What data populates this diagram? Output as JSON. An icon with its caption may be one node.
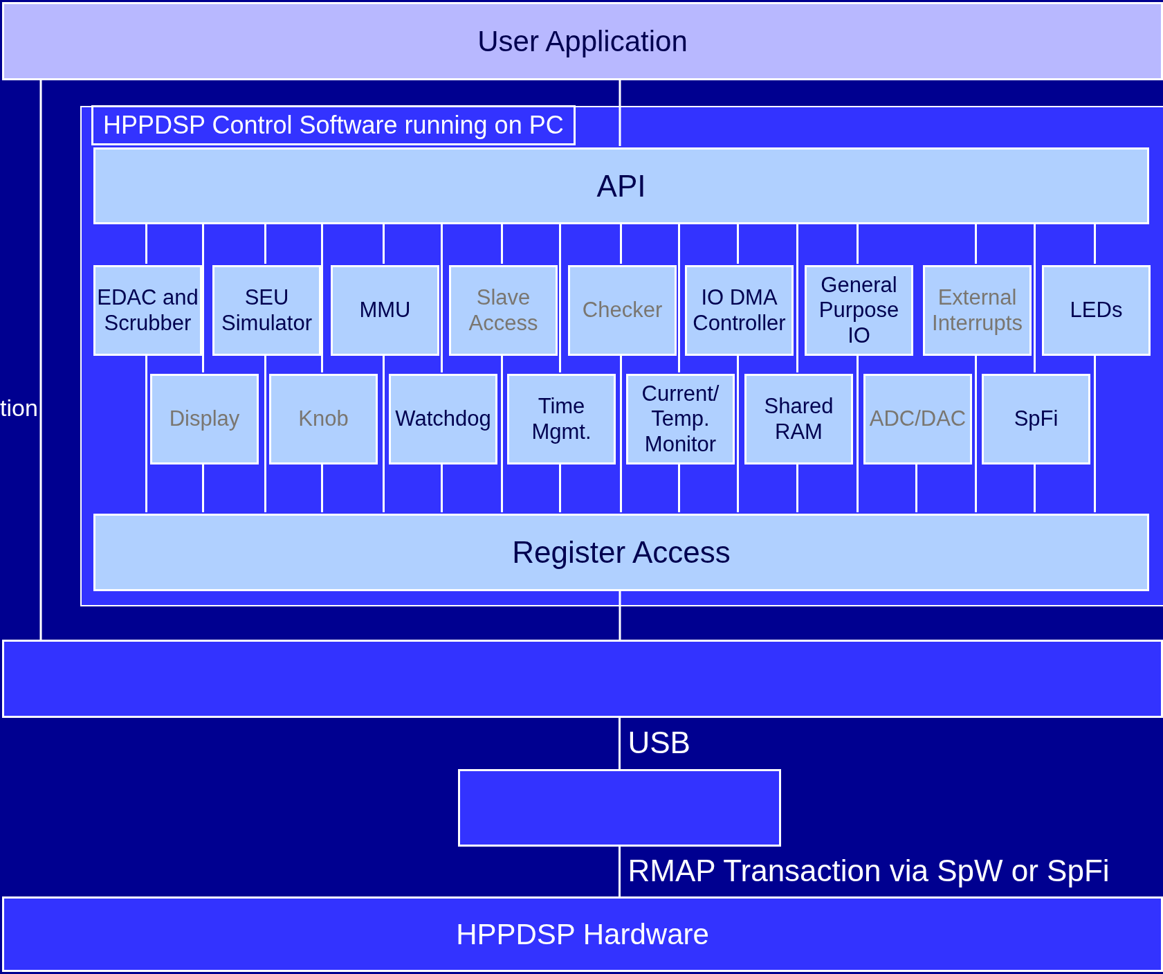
{
  "diagram": {
    "nodes": [
      {
        "text": [
          "User Application"
        ]
      },
      {
        "text": [
          "HPPDSP Control Software running on PC"
        ]
      },
      {
        "text": [
          "API"
        ],
        "in": 1
      },
      {
        "text": [
          "EDAC and Scrubber"
        ],
        "in": 1
      },
      {
        "text": [
          "SEU Simulator"
        ],
        "in": 1
      },
      {
        "text": [
          "MMU"
        ],
        "in": 1
      },
      {
        "text": [
          "Slave Access"
        ],
        "in": 1
      },
      {
        "text": [
          "Checker"
        ],
        "in": 1
      },
      {
        "text": [
          "IO DMA Controller"
        ],
        "in": 1
      },
      {
        "text": [
          "General Purpose IO"
        ],
        "in": 1
      },
      {
        "text": [
          "External Interrupts"
        ],
        "in": 1
      },
      {
        "text": [
          "LEDs"
        ],
        "in": 1
      },
      {
        "text": [
          "Display"
        ],
        "in": 1
      },
      {
        "text": [
          "Knob"
        ],
        "in": 1
      },
      {
        "text": [
          "Watchdog"
        ],
        "in": 1
      },
      {
        "text": [
          "Time Mgmt."
        ],
        "in": 1
      },
      {
        "text": [
          "Current/ Temp. Monitor"
        ],
        "in": 1
      },
      {
        "text": [
          "Shared RAM"
        ],
        "in": 1
      },
      {
        "text": [
          "ADC/DAC"
        ],
        "in": 1
      },
      {
        "text": [
          "SpFi"
        ],
        "in": 1
      },
      {
        "text": [
          "Register Access"
        ],
        "in": 1
      },
      {
        "text": [],
        "shape": "box"
      },
      {
        "text": [],
        "shape": "box"
      },
      {
        "text": [
          "HPPDSP Hardware"
        ]
      }
    ],
    "edges": [
      {
        "from": 0,
        "to": 21,
        "arrow": "none"
      },
      {
        "from": 0,
        "to": 2,
        "arrow": "none"
      },
      {
        "from": 2,
        "to": 3,
        "arrow": "none"
      },
      {
        "from": 2,
        "to": 4,
        "arrow": "none"
      },
      {
        "from": 2,
        "to": 5,
        "arrow": "none"
      },
      {
        "from": 2,
        "to": 6,
        "arrow": "none"
      },
      {
        "from": 2,
        "to": 7,
        "arrow": "none"
      },
      {
        "from": 2,
        "to": 8,
        "arrow": "none"
      },
      {
        "from": 2,
        "to": 9,
        "arrow": "none"
      },
      {
        "from": 2,
        "to": 10,
        "arrow": "none"
      },
      {
        "from": 2,
        "to": 11,
        "arrow": "none"
      },
      {
        "from": 2,
        "to": 12,
        "arrow": "none"
      },
      {
        "from": 2,
        "to": 13,
        "arrow": "none"
      },
      {
        "from": 2,
        "to": 14,
        "arrow": "none"
      },
      {
        "from": 2,
        "to": 15,
        "arrow": "none"
      },
      {
        "from": 2,
        "to": 16,
        "arrow": "none"
      },
      {
        "from": 2,
        "to": 17,
        "arrow": "none"
      },
      {
        "from": 2,
        "to": 19,
        "arrow": "none"
      },
      {
        "from": 3,
        "to": 20,
        "arrow": "none"
      },
      {
        "from": 4,
        "to": 20,
        "arrow": "none"
      },
      {
        "from": 5,
        "to": 20,
        "arrow": "none"
      },
      {
        "from": 6,
        "to": 20,
        "arrow": "none"
      },
      {
        "from": 7,
        "to": 20,
        "arrow": "none"
      },
      {
        "from": 8,
        "to": 20,
        "arrow": "none"
      },
      {
        "from": 9,
        "to": 20,
        "arrow": "none"
      },
      {
        "from": 10,
        "to": 20,
        "arrow": "none"
      },
      {
        "from": 11,
        "to": 20,
        "arrow": "none"
      },
      {
        "from": 12,
        "to": 20,
        "arrow": "none"
      },
      {
        "from": 13,
        "to": 20,
        "arrow": "none"
      },
      {
        "from": 14,
        "to": 20,
        "arrow": "none"
      },
      {
        "from": 15,
        "to": 20,
        "arrow": "none"
      },
      {
        "from": 16,
        "to": 20,
        "arrow": "none"
      },
      {
        "from": 17,
        "to": 20,
        "arrow": "none"
      },
      {
        "from": 18,
        "to": 20,
        "arrow": "none"
      },
      {
        "from": 19,
        "to": 20,
        "arrow": "none"
      },
      {
        "from": 20,
        "to": 21,
        "arrow": "none"
      },
      {
        "from": 21,
        "to": 22,
        "label": "USB",
        "arrow": "none"
      },
      {
        "from": 22,
        "to": 23,
        "label": "RMAP Transaction via SpW or SpFi",
        "arrow": "none"
      }
    ],
    "labels": [
      "tion"
    ]
  }
}
